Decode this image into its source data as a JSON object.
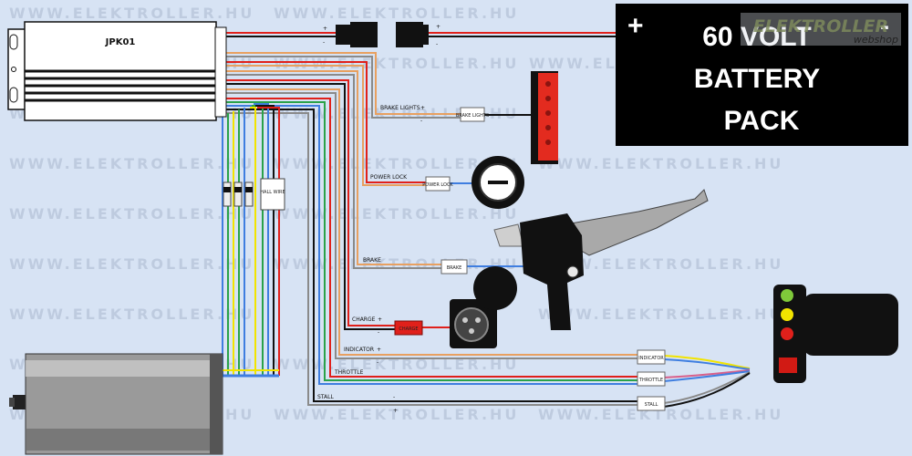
{
  "controller": {
    "label": "JPK01"
  },
  "battery": {
    "plus": "+",
    "minus": "-",
    "line1": "60 VOLT",
    "line2": "BATTERY",
    "line3": "PACK"
  },
  "logo": {
    "brand": "ELEKTROLLER",
    "sub": "webshop"
  },
  "watermark": {
    "text": "WWW.ELEKTROLLER.HU"
  },
  "power_connector": {
    "plus": "+",
    "minus": "-"
  },
  "wires": {
    "brake_lights": {
      "label": "BRAKE LIGHTS",
      "plus": "+",
      "minus": "-"
    },
    "power_lock": {
      "label": "POWER LOCK"
    },
    "brake": {
      "label": "BRAKE"
    },
    "charge": {
      "label": "CHARGE",
      "plus": "+",
      "minus": "-"
    },
    "indicator": {
      "label": "INDICATOR",
      "plus": "+",
      "minus": "-"
    },
    "throttle": {
      "label": "THROTTLE"
    },
    "stall": {
      "label": "STALL",
      "minus": "-",
      "plus": "+"
    }
  },
  "connectors": {
    "brake_lights": "BRAKE LIGHTS",
    "power_lock": "POWER LOCK",
    "brake": "BRAKE",
    "charge": "CHARGE",
    "indicator": "INDICATOR",
    "throttle": "THROTTLE",
    "stall": "STALL",
    "hall": "HALL WIRE"
  },
  "colors": {
    "background": "#d7e3f4",
    "battery": "#000000",
    "wire_red": "#e0201b",
    "wire_black": "#111111",
    "wire_orange": "#e8a060",
    "wire_blue": "#3f7ee0",
    "wire_green": "#2aa24a",
    "wire_yellow": "#f2e400",
    "wire_pink": "#d85f8a",
    "wire_grey": "#8a8a8a"
  }
}
